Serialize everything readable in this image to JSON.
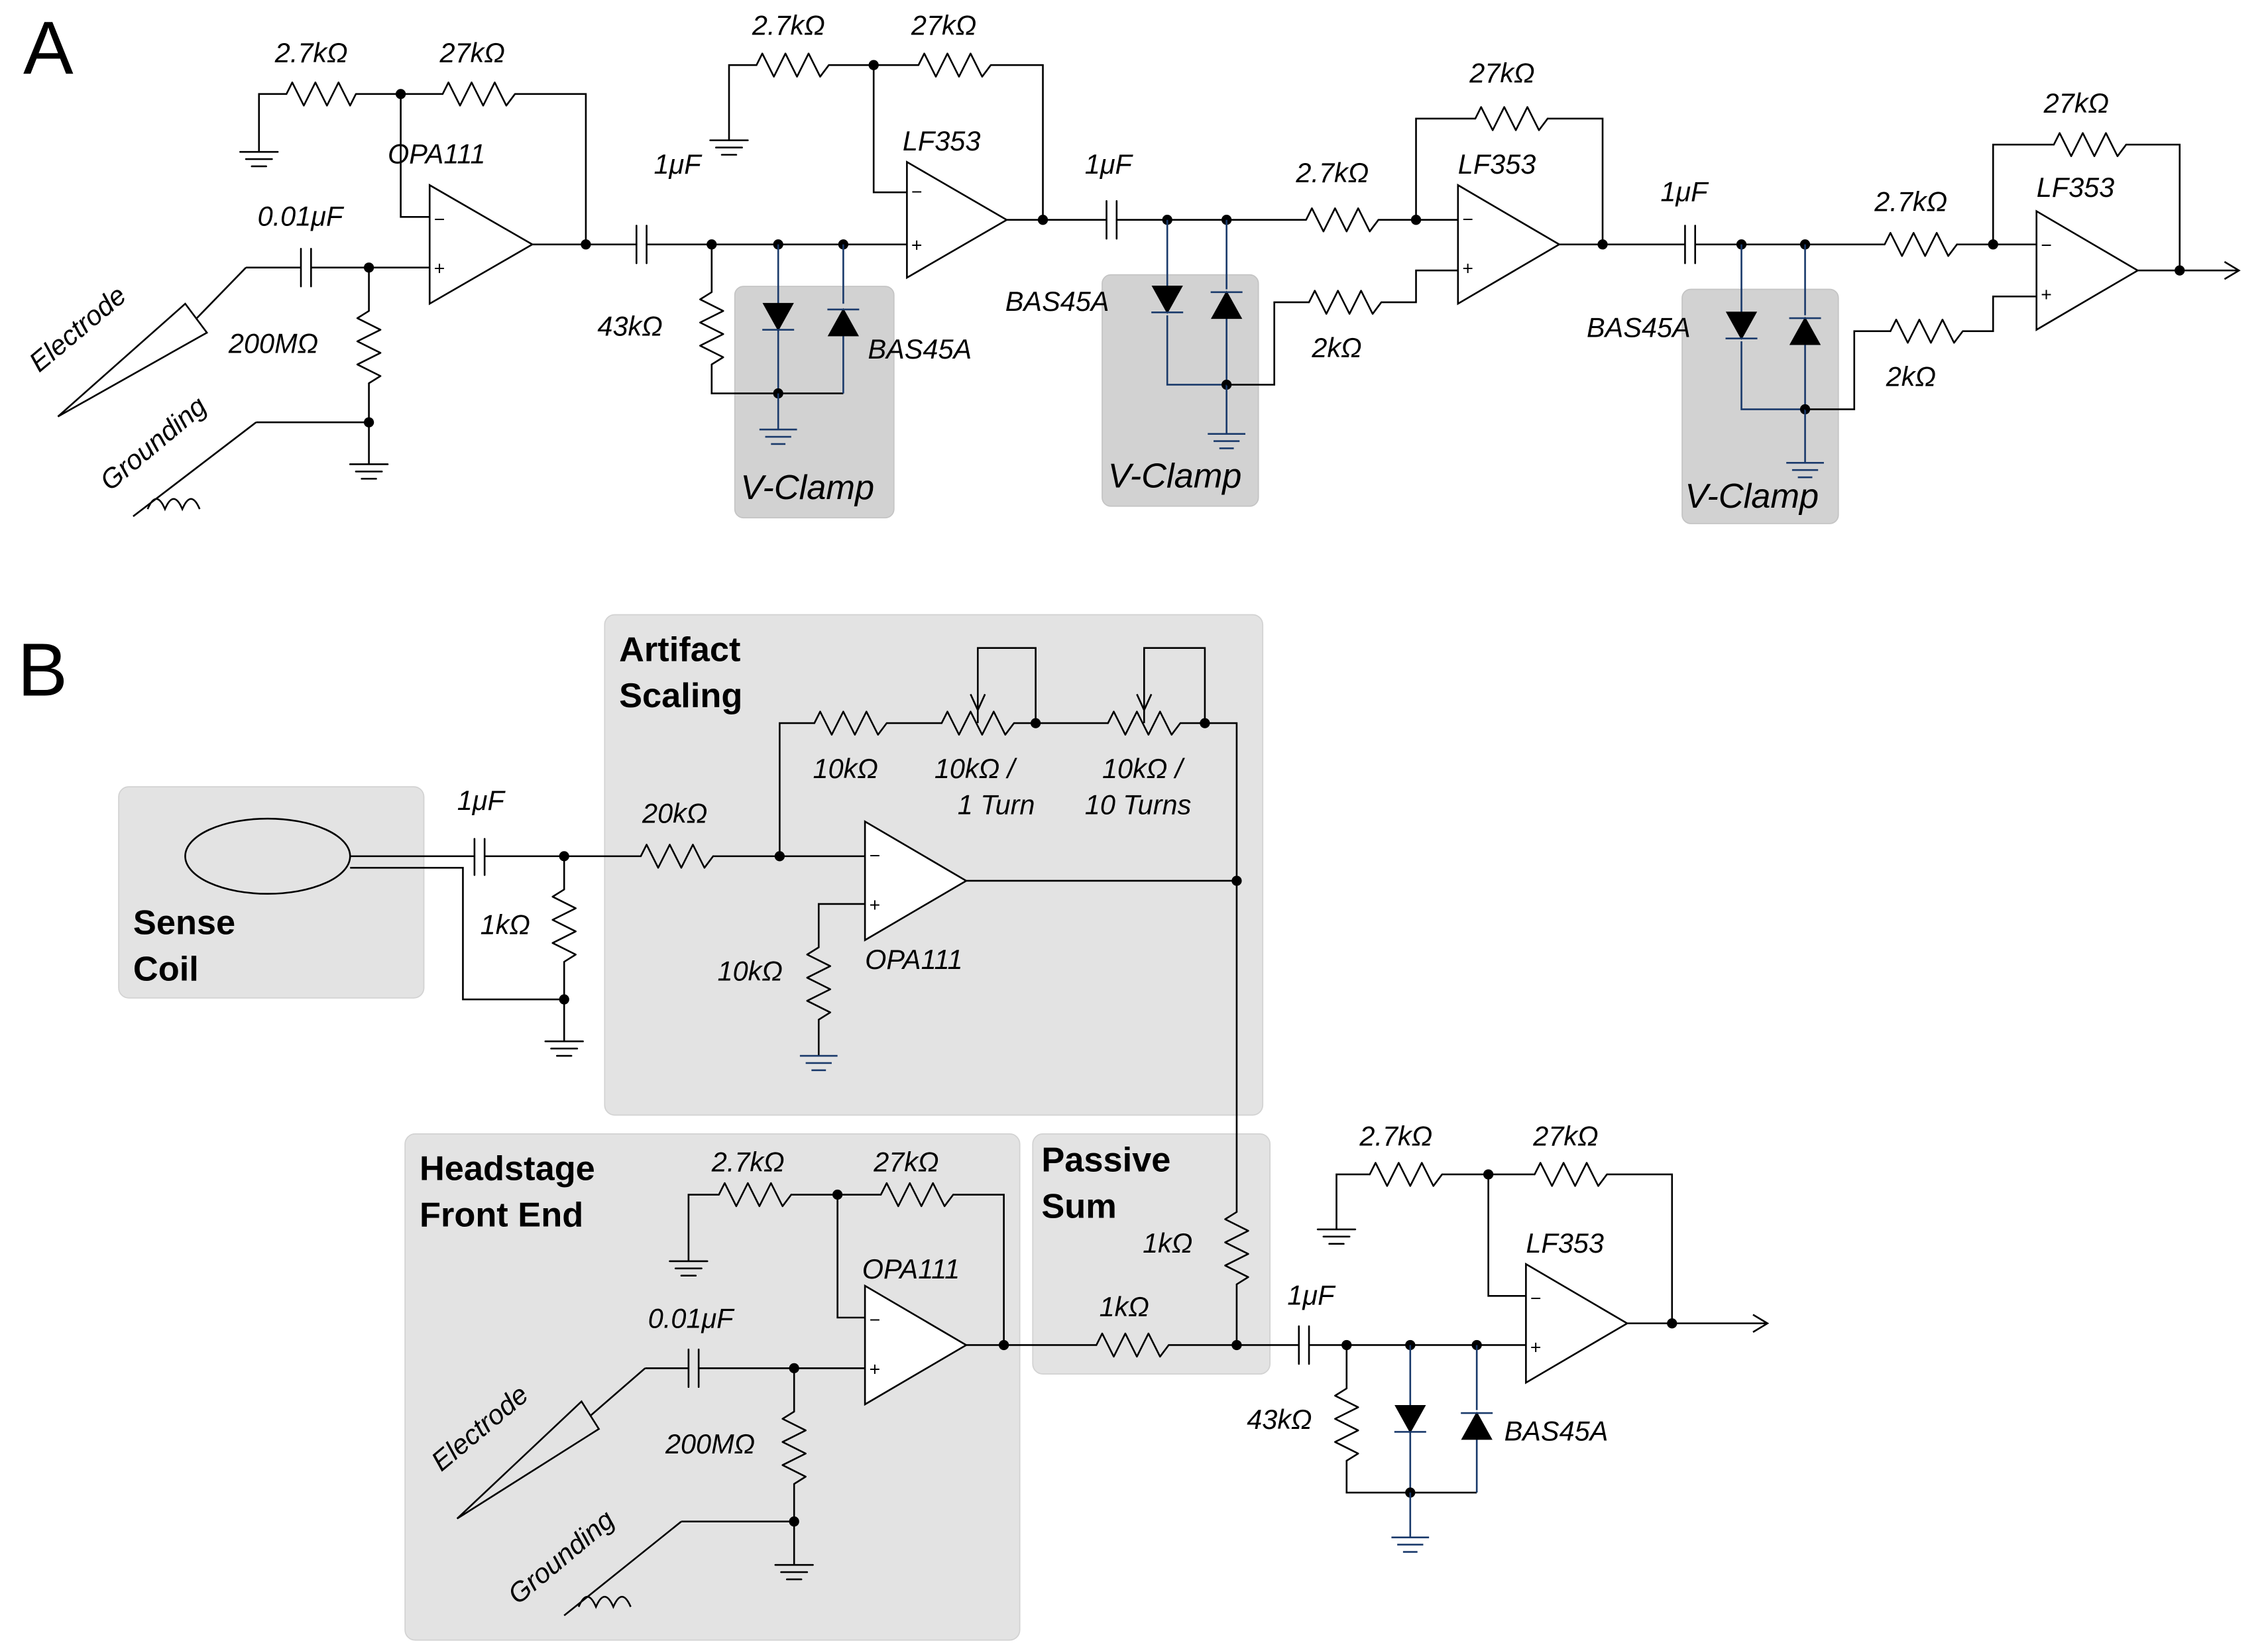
{
  "panel_a": {
    "letter": "A",
    "stage1": {
      "r_gnd": "2.7kΩ",
      "r_fb": "27kΩ",
      "opamp": "OPA111",
      "cap": "0.01μF",
      "r_in": "200MΩ",
      "electrode": "Electrode",
      "grounding": "Grounding"
    },
    "stage2": {
      "cap": "1μF",
      "r_in": "43kΩ",
      "diode": "BAS45A",
      "clamp": "V-Clamp",
      "r_gnd": "2.7kΩ",
      "r_fb": "27kΩ",
      "opamp": "LF353"
    },
    "stage3": {
      "cap": "1μF",
      "diode": "BAS45A",
      "clamp": "V-Clamp",
      "r_in": "2.7kΩ",
      "r_fb": "27kΩ",
      "opamp": "LF353",
      "r_pos": "2kΩ"
    },
    "stage4": {
      "cap": "1μF",
      "diode": "BAS45A",
      "clamp": "V-Clamp",
      "r_in": "2.7kΩ",
      "r_fb": "27kΩ",
      "opamp": "LF353",
      "r_pos": "2kΩ"
    }
  },
  "panel_b": {
    "letter": "B",
    "sense_coil": {
      "line1": "Sense",
      "line2": "Coil"
    },
    "coil_cap": "1μF",
    "coil_res": "1kΩ",
    "artifact": {
      "line1": "Artifact",
      "line2": "Scaling",
      "r_in": "20kΩ",
      "r_fb": "10kΩ",
      "pot1_a": "10kΩ /",
      "pot1_b": "1 Turn",
      "pot2_a": "10kΩ /",
      "pot2_b": "10 Turns",
      "r_gnd": "10kΩ",
      "opamp": "OPA111"
    },
    "headstage": {
      "line1": "Headstage",
      "line2": "Front End",
      "r_gnd": "2.7kΩ",
      "r_fb": "27kΩ",
      "opamp": "OPA111",
      "cap": "0.01μF",
      "r_in": "200MΩ",
      "electrode": "Electrode",
      "grounding": "Grounding"
    },
    "passive_sum": {
      "line1": "Passive",
      "line2": "Sum",
      "r_vert": "1kΩ",
      "r_horiz": "1kΩ"
    },
    "output": {
      "cap": "1μF",
      "r_in": "43kΩ",
      "diode": "BAS45A",
      "r_gnd": "2.7kΩ",
      "r_fb": "27kΩ",
      "opamp": "LF353"
    }
  }
}
